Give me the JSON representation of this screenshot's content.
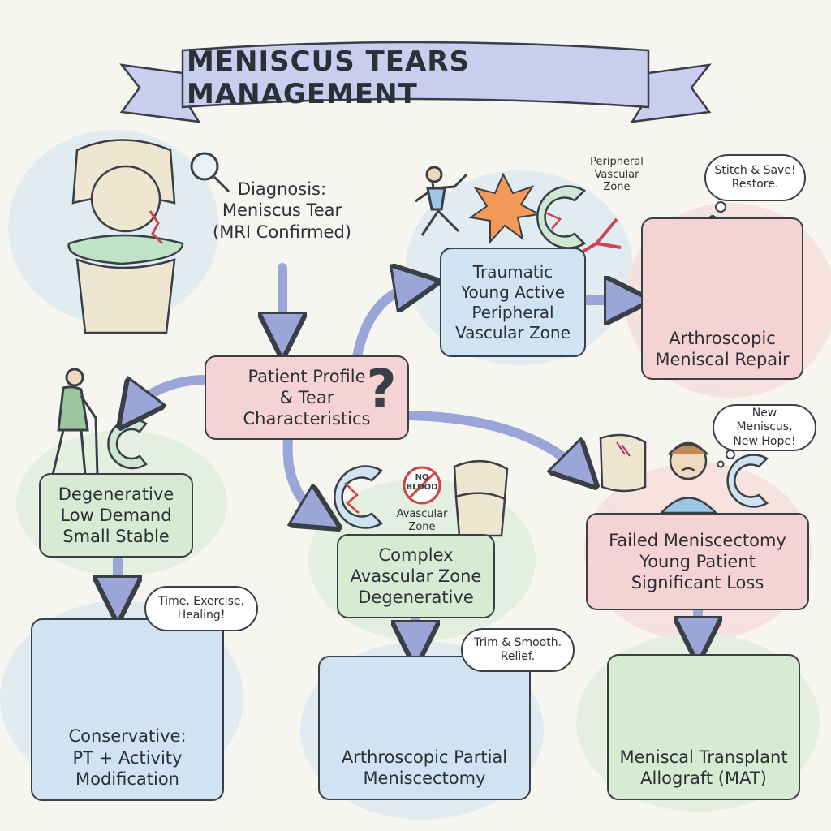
{
  "title": "MENISCUS TEARS MANAGEMENT",
  "colors": {
    "blue": "#cfe3f2",
    "pink": "#f5d3d3",
    "green": "#d6ebd2",
    "lavender": "#c9cdee",
    "ink": "#3a3f47"
  },
  "nodes": {
    "diagnosis": "Diagnosis:\nMeniscus Tear\n(MRI Confirmed)",
    "profile": "Patient Profile\n& Tear\nCharacteristics",
    "traumatic": "Traumatic\nYoung Active\nPeripheral\nVascular Zone",
    "repair": "Arthroscopic\nMeniscal Repair",
    "degenerative": "Degenerative\nLow Demand\nSmall Stable",
    "conservative": "Conservative:\nPT + Activity\nModification",
    "complex": "Complex\nAvascular Zone\nDegenerative",
    "meniscectomy": "Arthroscopic Partial\nMeniscectomy",
    "failed": "Failed Meniscectomy\nYoung Patient\nSignificant Loss",
    "transplant": "Meniscal Transplant\nAllograft (MAT)"
  },
  "bubbles": {
    "stitch": "Stitch & Save!\nRestore.",
    "time": "Time, Exercise,\nHealing!",
    "trim": "Trim & Smooth.\nRelief.",
    "hope": "New Meniscus,\nNew Hope!"
  },
  "labels": {
    "peripheral": "Peripheral\nVascular\nZone",
    "avascular": "Avascular\nZone",
    "no_blood": "NO\nBLOOD",
    "question": "?"
  }
}
